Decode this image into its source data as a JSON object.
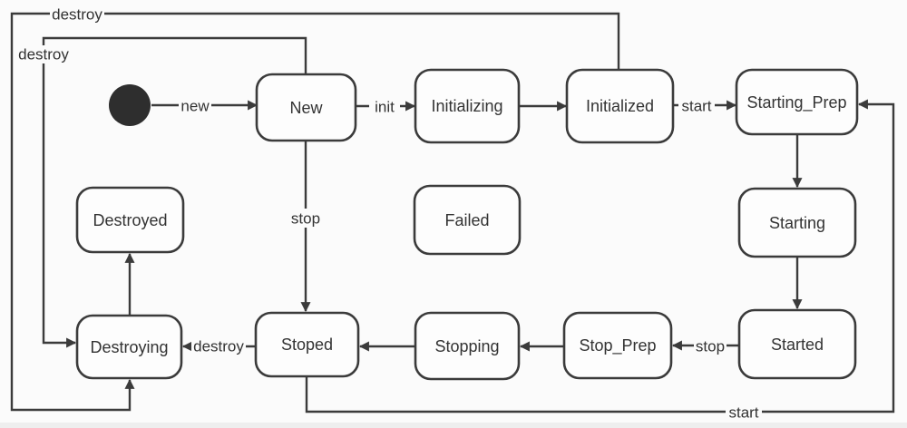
{
  "diagram": {
    "type": "state-machine",
    "background": "#fbfbfb",
    "colors": {
      "stroke": "#3b3b3b",
      "state_text": "#333333",
      "failed_text": "#e0626c",
      "initial_marker": "#2e2e2e"
    },
    "states": [
      {
        "id": "new",
        "label": "New"
      },
      {
        "id": "initializing",
        "label": "Initializing"
      },
      {
        "id": "initialized",
        "label": "Initialized"
      },
      {
        "id": "starting_prep",
        "label": "Starting_Prep"
      },
      {
        "id": "starting",
        "label": "Starting"
      },
      {
        "id": "started",
        "label": "Started"
      },
      {
        "id": "stop_prep",
        "label": "Stop_Prep"
      },
      {
        "id": "stopping",
        "label": "Stopping"
      },
      {
        "id": "stoped",
        "label": "Stoped"
      },
      {
        "id": "destroying",
        "label": "Destroying"
      },
      {
        "id": "destroyed",
        "label": "Destroyed"
      },
      {
        "id": "failed",
        "label": "Failed"
      }
    ],
    "transitions": [
      {
        "from": "initial",
        "to": "New",
        "label": "new"
      },
      {
        "from": "New",
        "to": "Initializing",
        "label": "init"
      },
      {
        "from": "Initializing",
        "to": "Initialized",
        "label": ""
      },
      {
        "from": "Initialized",
        "to": "Starting_Prep",
        "label": "start"
      },
      {
        "from": "Starting_Prep",
        "to": "Starting",
        "label": ""
      },
      {
        "from": "Starting",
        "to": "Started",
        "label": ""
      },
      {
        "from": "Started",
        "to": "Stop_Prep",
        "label": "stop"
      },
      {
        "from": "Stop_Prep",
        "to": "Stopping",
        "label": ""
      },
      {
        "from": "Stopping",
        "to": "Stoped",
        "label": ""
      },
      {
        "from": "New",
        "to": "Stoped",
        "label": "stop"
      },
      {
        "from": "Stoped",
        "to": "Destroying",
        "label": "destroy"
      },
      {
        "from": "Destroying",
        "to": "Destroyed",
        "label": ""
      },
      {
        "from": "New",
        "to": "Destroying",
        "label": "destroy"
      },
      {
        "from": "Initialized",
        "to": "Destroying",
        "label": "destroy"
      },
      {
        "from": "Stoped",
        "to": "Starting_Prep",
        "label": "start"
      }
    ]
  }
}
